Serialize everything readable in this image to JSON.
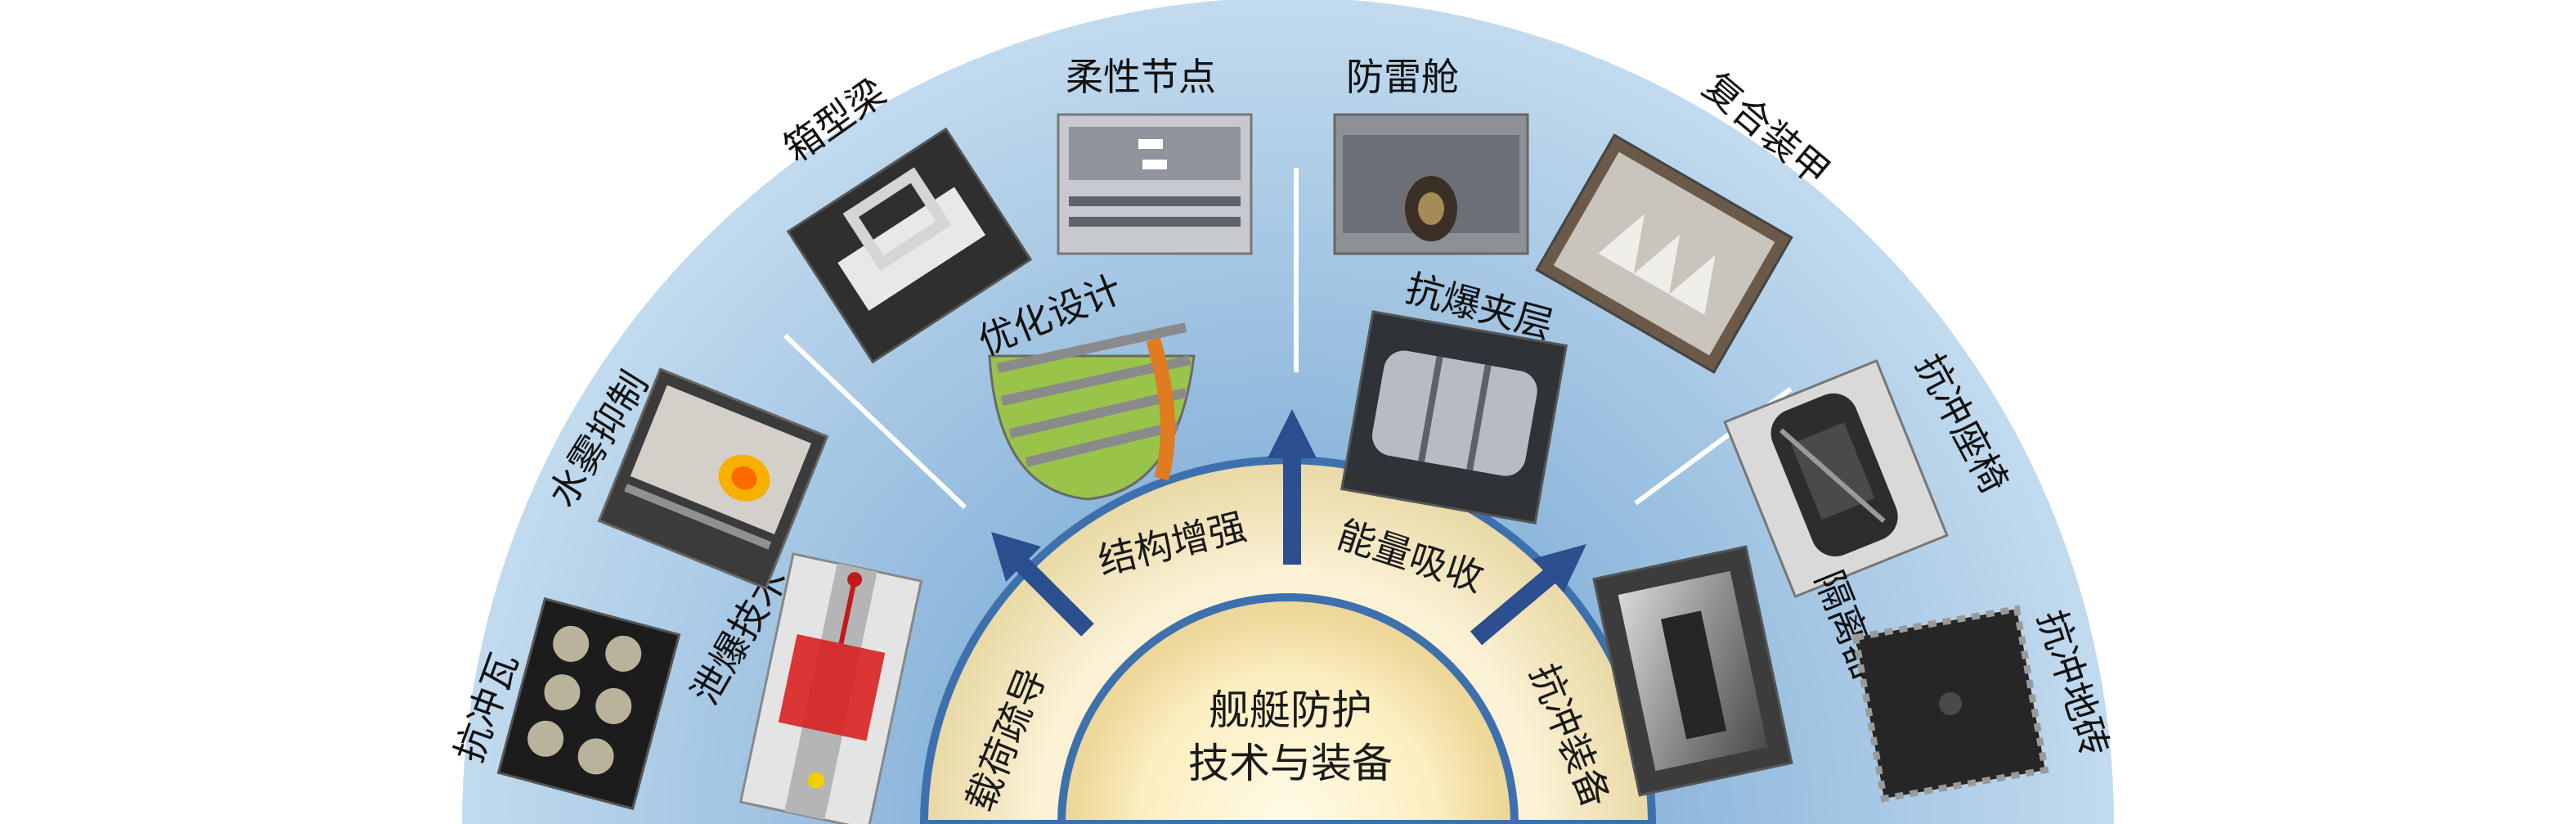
{
  "center": {
    "title_line1": "舰艇防护",
    "title_line2": "技术与装备"
  },
  "categories": [
    {
      "label": "载荷疏导"
    },
    {
      "label": "结构增强"
    },
    {
      "label": "能量吸收"
    },
    {
      "label": "抗冲装备"
    }
  ],
  "items": [
    {
      "label": "抗冲瓦",
      "icon": "tile-photo"
    },
    {
      "label": "泄爆技术",
      "icon": "vent-device-photo"
    },
    {
      "label": "水雾抑制",
      "icon": "water-mist-photo"
    },
    {
      "label": "箱型梁",
      "icon": "box-beam-photo"
    },
    {
      "label": "优化设计",
      "icon": "fem-model-photo"
    },
    {
      "label": "柔性节点",
      "icon": "flexible-joint-photo"
    },
    {
      "label": "防雷舱",
      "icon": "mine-cabin-photo"
    },
    {
      "label": "抗爆夹层",
      "icon": "sandwich-panel-photo"
    },
    {
      "label": "复合装甲",
      "icon": "composite-armor-photo"
    },
    {
      "label": "抗冲座椅",
      "icon": "shock-seat-photo"
    },
    {
      "label": "隔离器",
      "icon": "isolator-photo"
    },
    {
      "label": "抗冲地砖",
      "icon": "floor-tile-photo"
    }
  ],
  "colors": {
    "sky_edge": "#b9d3ea",
    "sky_mid": "#8fb8dc",
    "arc_blue": "#3e70ad",
    "arrow_blue": "#2b4f8f",
    "ring_cream": "#f4e7bf",
    "core_glow": "#fff6d4"
  }
}
